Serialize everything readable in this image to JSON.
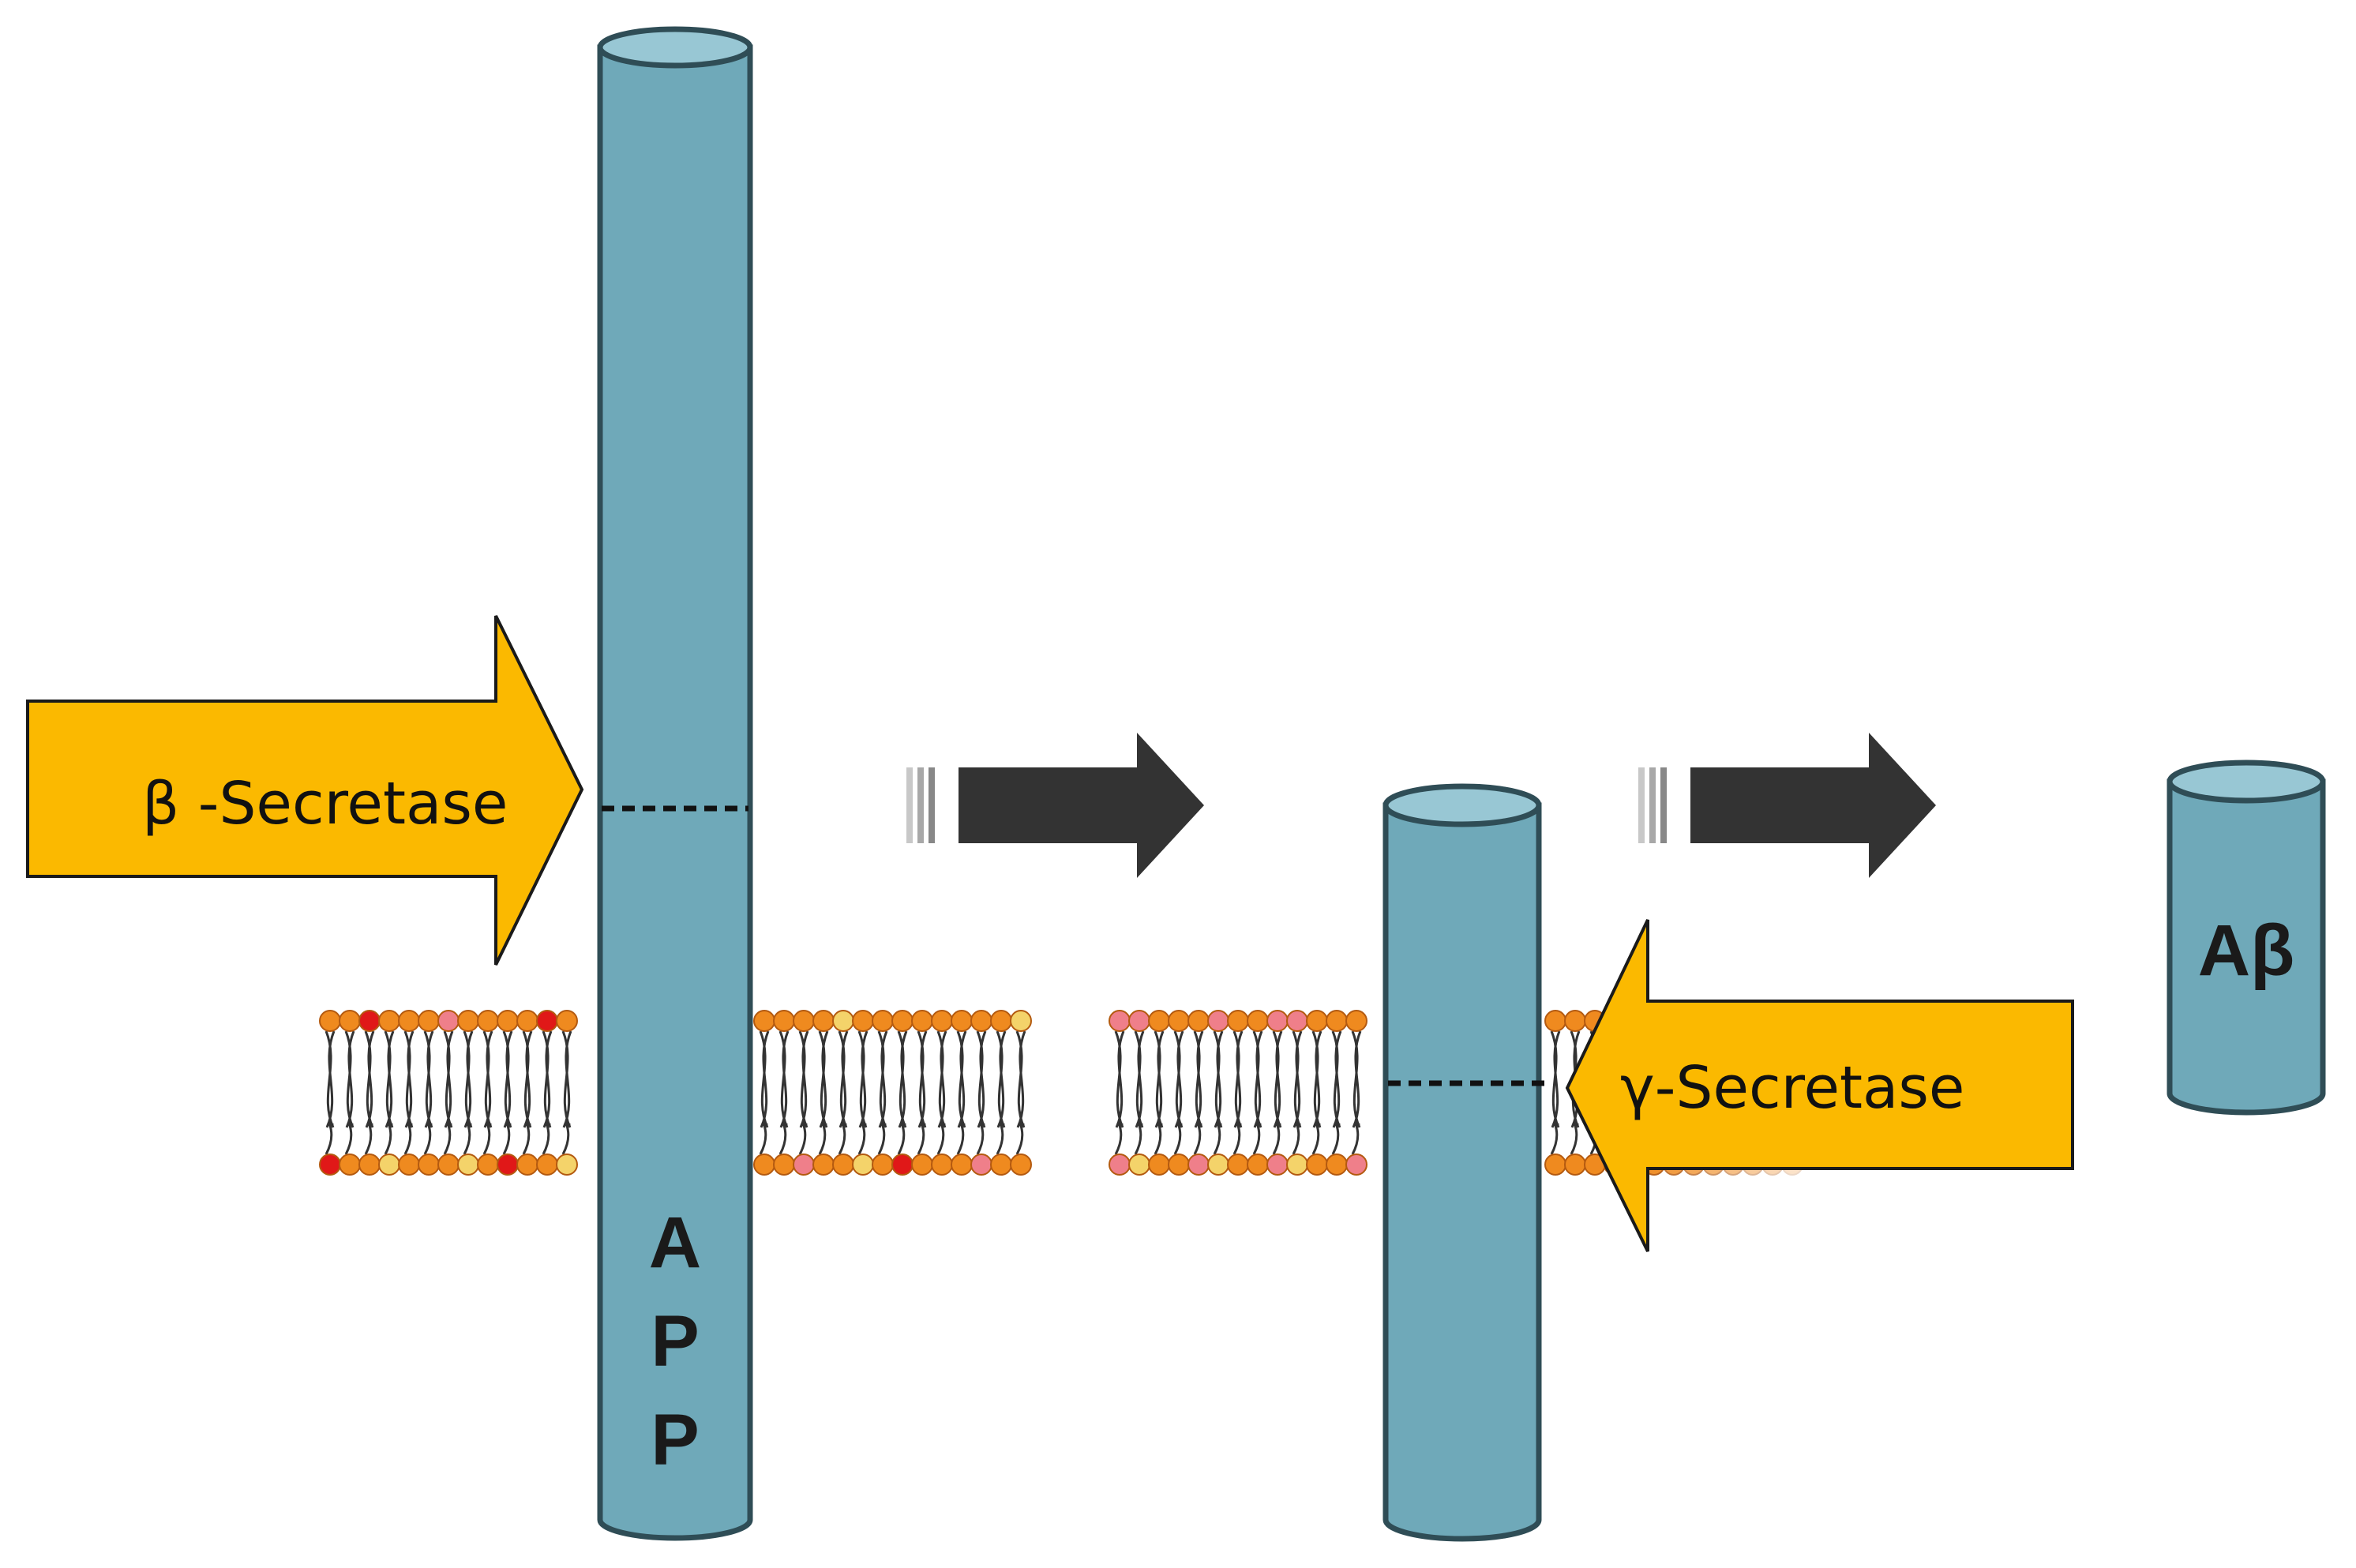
{
  "enzymes": {
    "beta": {
      "label": "β -Secretase"
    },
    "gamma": {
      "label": "γ-Secretase"
    }
  },
  "molecules": {
    "app": {
      "letters": [
        "A",
        "P",
        "P"
      ]
    },
    "abeta": {
      "label": "Aβ"
    }
  },
  "colors": {
    "cylinder_fill": "#6fa9b9",
    "cylinder_top": "#98c7d4",
    "cylinder_stroke": "#2f4d56",
    "enzyme_arrow_fill": "#fbb900",
    "enzyme_arrow_stroke": "#1a1a1a",
    "process_arrow": "#333333",
    "lipid_orange": "#ef8a1f",
    "lipid_red": "#e01818",
    "lipid_pink": "#ef7f8a",
    "lipid_yellow": "#f4d36a",
    "lipid_tail": "#333333"
  }
}
